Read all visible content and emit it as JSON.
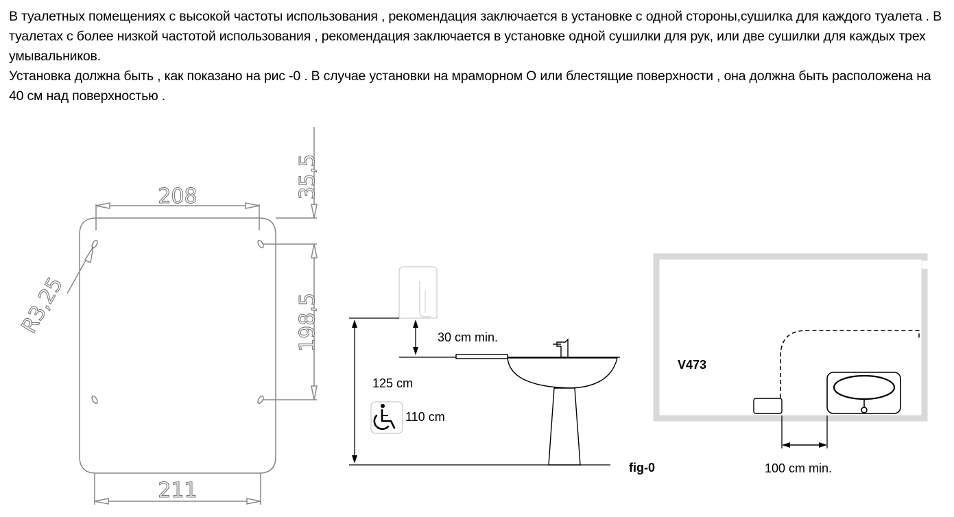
{
  "intro": {
    "para1": "В туалетных помещениях с высокой частоты использования , рекомендация заключается в установке с одной стороны,сушилка для каждого туалета . В туалетах с более низкой частотой использования , рекомендация заключается в установке одной сушилки для рук, или две сушилки для каждых трех умывальников.",
    "para2": "Установка должна быть , как показано на рис -0 . В случае установки на мраморном О или блестящие поверхности , она должна быть расположена на 40 см над поверхностью ."
  },
  "plate": {
    "top_width": "208",
    "bottom_width": "211",
    "radius": "R3,25",
    "top_offset": "35,5",
    "hole_spacing": "198,5"
  },
  "side_view": {
    "clearance": "30 cm min.",
    "height_standard": "125 cm",
    "height_accessible": "110 cm",
    "accessibility_icon": "wheelchair-icon"
  },
  "top_view": {
    "model": "V473",
    "distance": "100 cm min."
  },
  "figure_label": "fig-0",
  "colors": {
    "line": "#000000",
    "dim_gray": "#888888",
    "wall_gray": "#d9d9d9"
  }
}
